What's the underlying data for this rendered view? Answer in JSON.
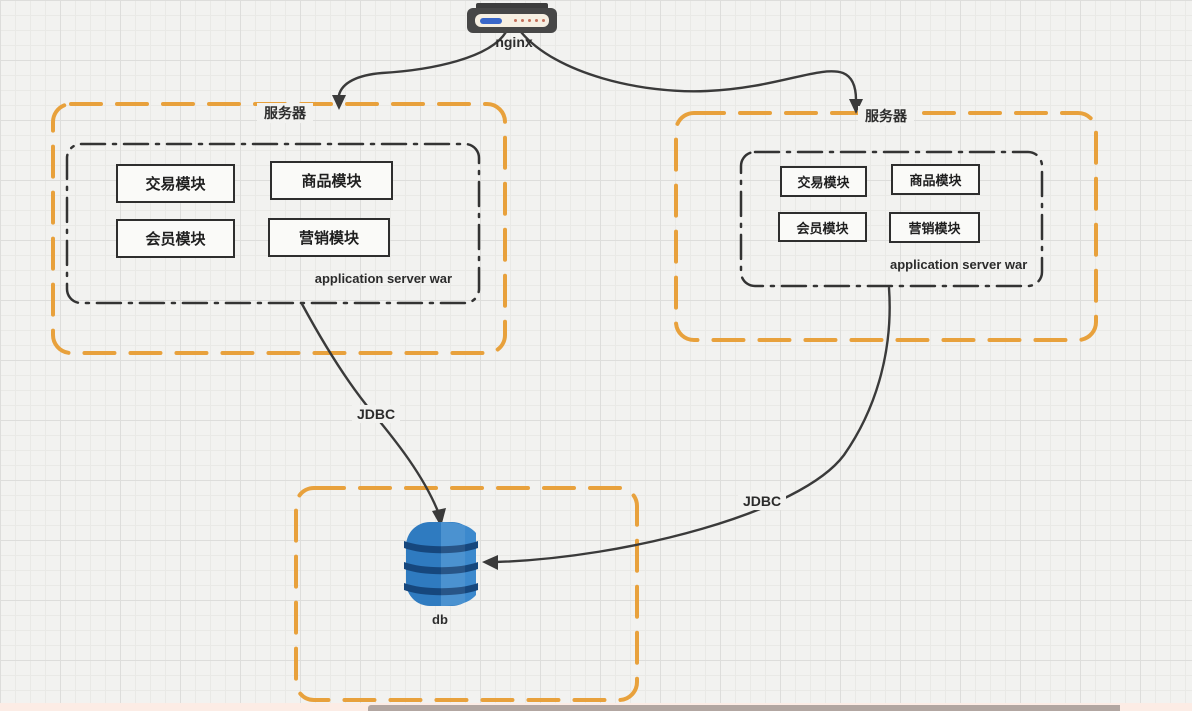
{
  "app": {
    "type": "architecture-diagram-canvas"
  },
  "colors": {
    "canvas_bg": "#f2f2f0",
    "accent_orange": "#e8a13c",
    "line_dark": "#3a3a3a",
    "db_blue": "#2f7bc0",
    "db_blue_dark": "#1a4f8c",
    "nginx_pill_blue": "#3a67c9"
  },
  "nginx": {
    "label": "nginx",
    "icon": "router-appliance-icon"
  },
  "servers": [
    {
      "title": "服务器",
      "inner_label": "application server war",
      "modules": [
        "交易模块",
        "商品模块",
        "会员模块",
        "营销模块"
      ]
    },
    {
      "title": "服务器",
      "inner_label": "application server war",
      "modules": [
        "交易模块",
        "商品模块",
        "会员模块",
        "营销模块"
      ]
    }
  ],
  "database": {
    "label": "db",
    "icon": "database-barrel-icon"
  },
  "connections": [
    {
      "from": "nginx",
      "to": "server-left",
      "label": ""
    },
    {
      "from": "nginx",
      "to": "server-right",
      "label": ""
    },
    {
      "from": "server-left-war",
      "to": "db",
      "label": "JDBC"
    },
    {
      "from": "server-right-war",
      "to": "db",
      "label": "JDBC"
    }
  ]
}
